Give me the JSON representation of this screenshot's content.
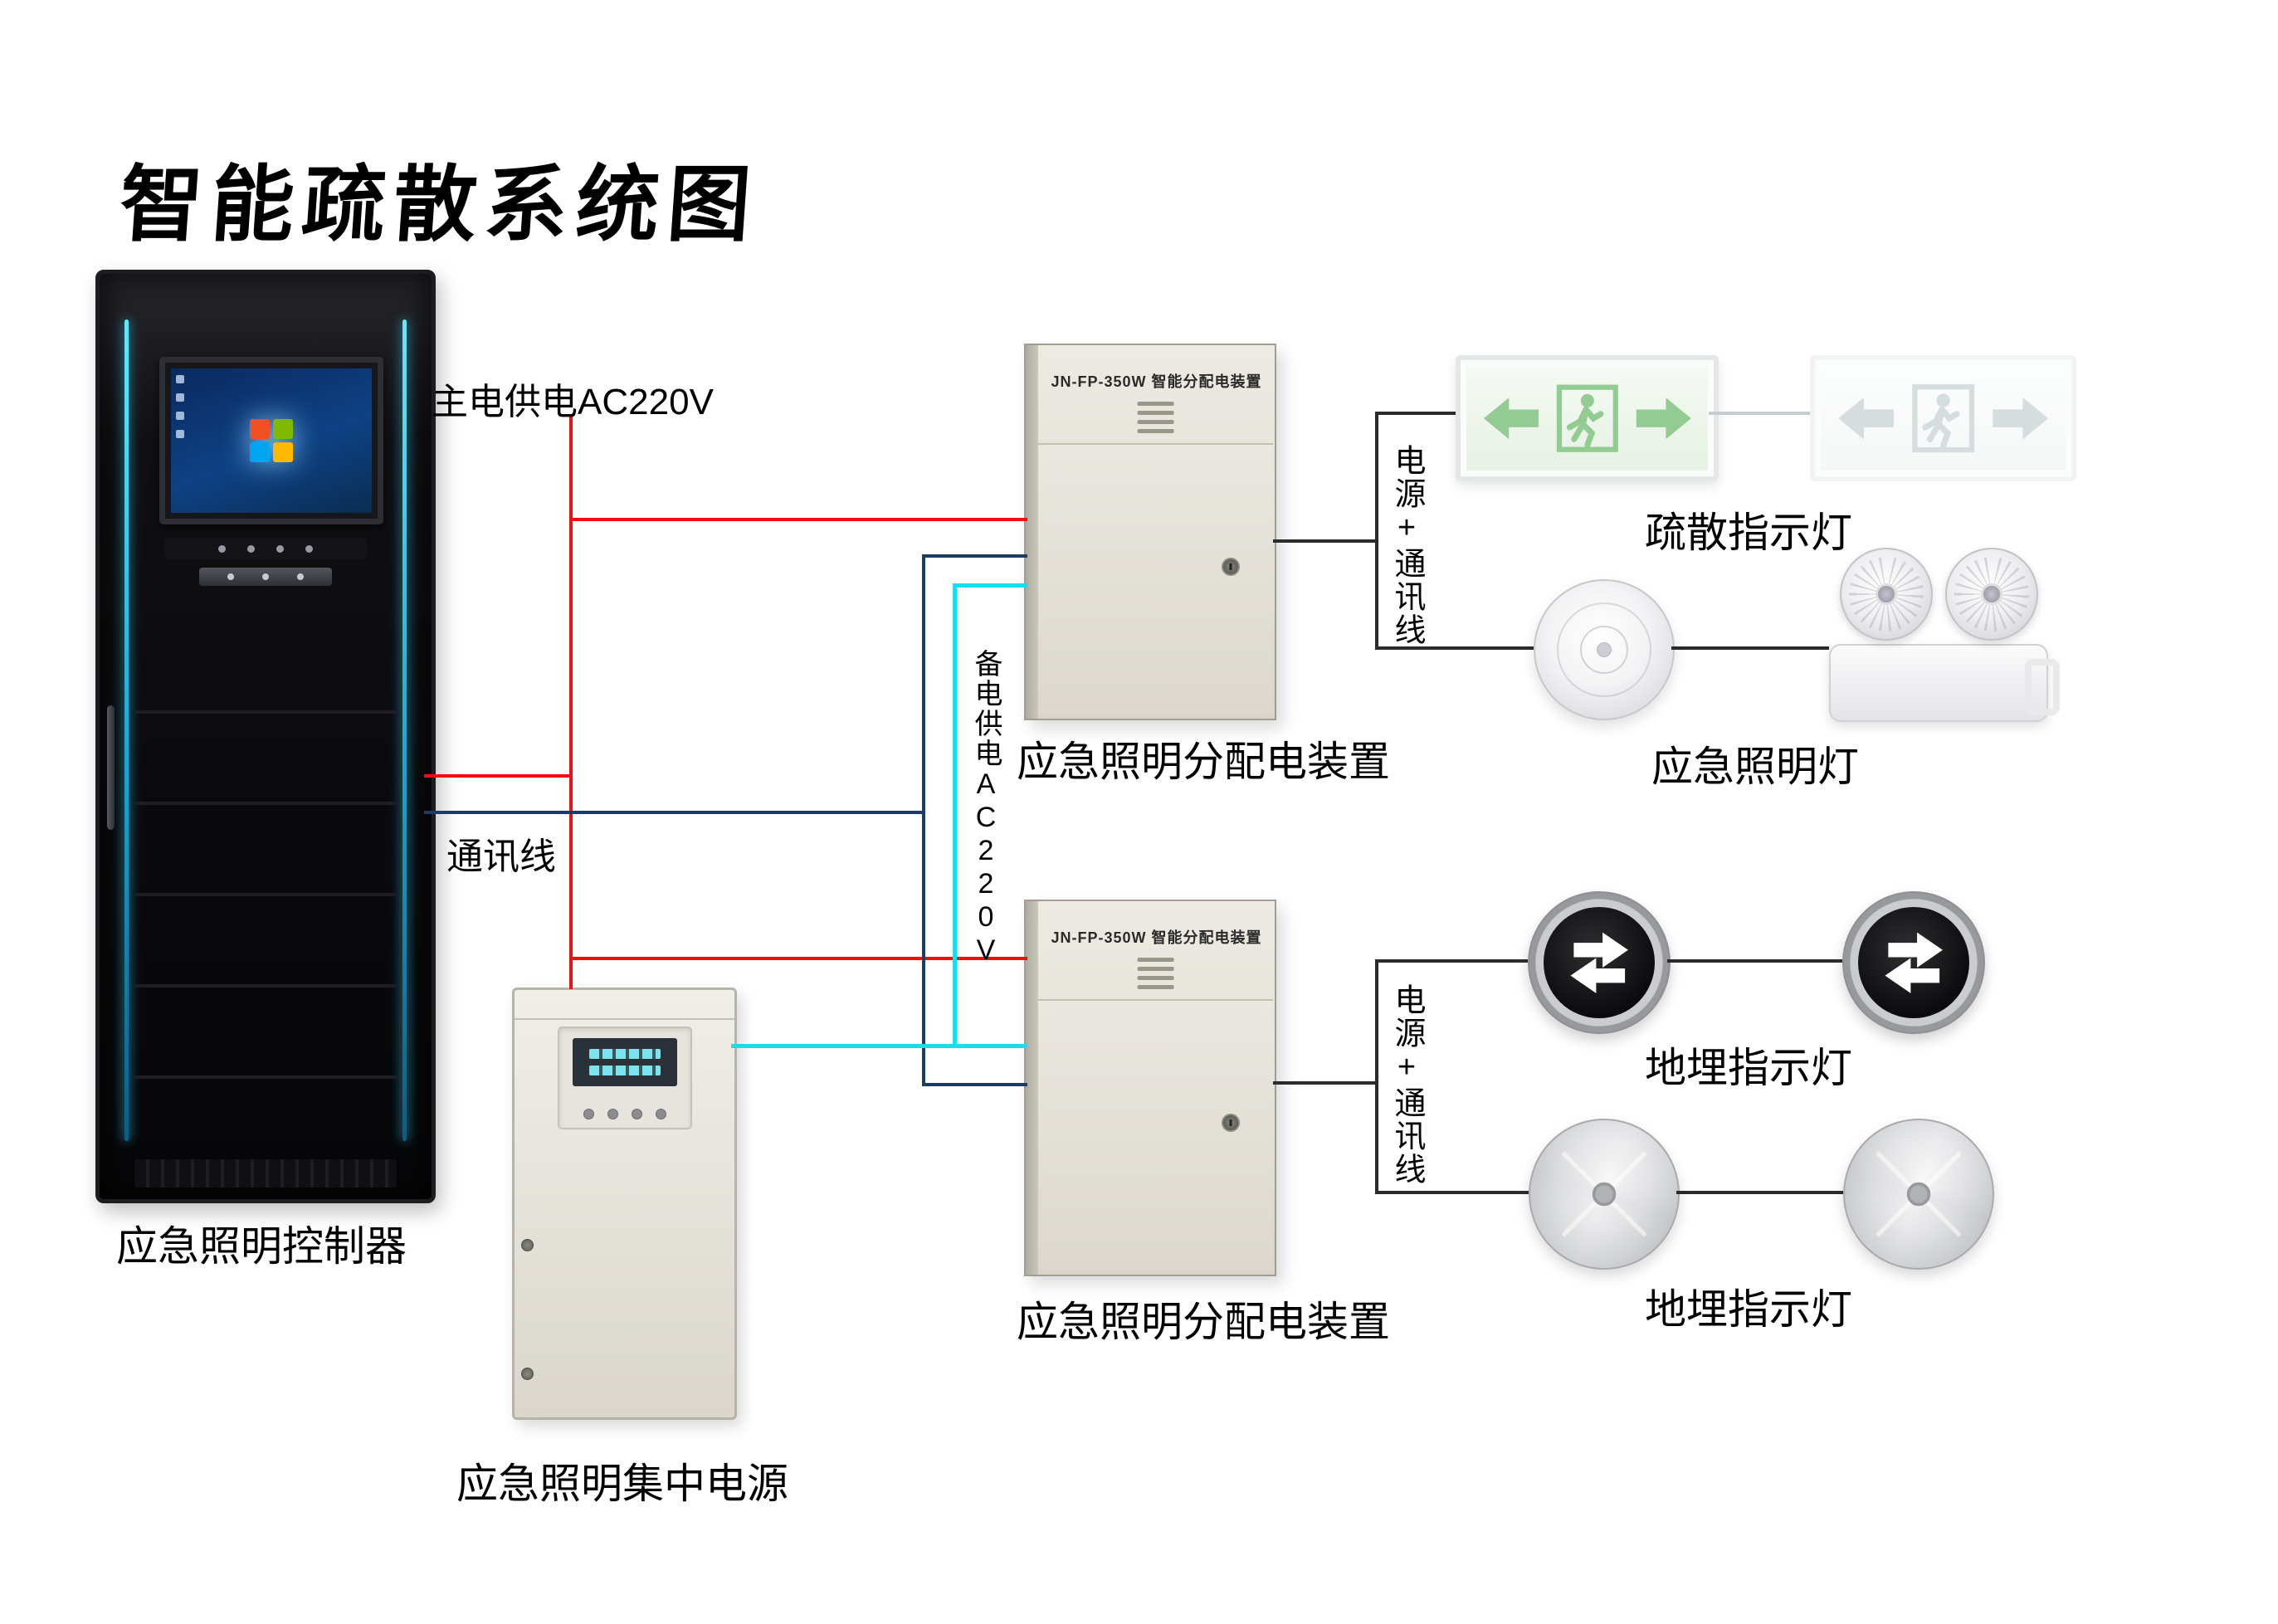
{
  "title": "智能疏散系统图",
  "wire_labels": {
    "main_power": "主电供电AC220V",
    "comm": "通讯线",
    "backup_power": "备电供电AC220V",
    "power_comm_top": "电源+通讯线",
    "power_comm_bottom": "电源+通讯线"
  },
  "devices": {
    "controller": {
      "label": "应急照明控制器"
    },
    "central_power": {
      "label": "应急照明集中电源"
    },
    "dist_box_top": {
      "model": "JN-FP-350W 智能分配电装置",
      "label": "应急照明分配电装置"
    },
    "dist_box_bottom": {
      "model": "JN-FP-350W 智能分配电装置",
      "label": "应急照明分配电装置"
    },
    "exit_signs": {
      "label": "疏散指示灯"
    },
    "emergency_lights": {
      "label": "应急照明灯"
    },
    "ground_lights_top": {
      "label": "地埋指示灯"
    },
    "ground_lights_bottom": {
      "label": "地埋指示灯"
    }
  },
  "colors": {
    "main_power_wire": "#f50d0d",
    "comm_wire": "#1c3b66",
    "backup_wire": "#17dcf2",
    "connector_wire": "#2b2b2b",
    "exit_sign_green": "#93cc92",
    "accent_strip": "#2fc5ea"
  }
}
